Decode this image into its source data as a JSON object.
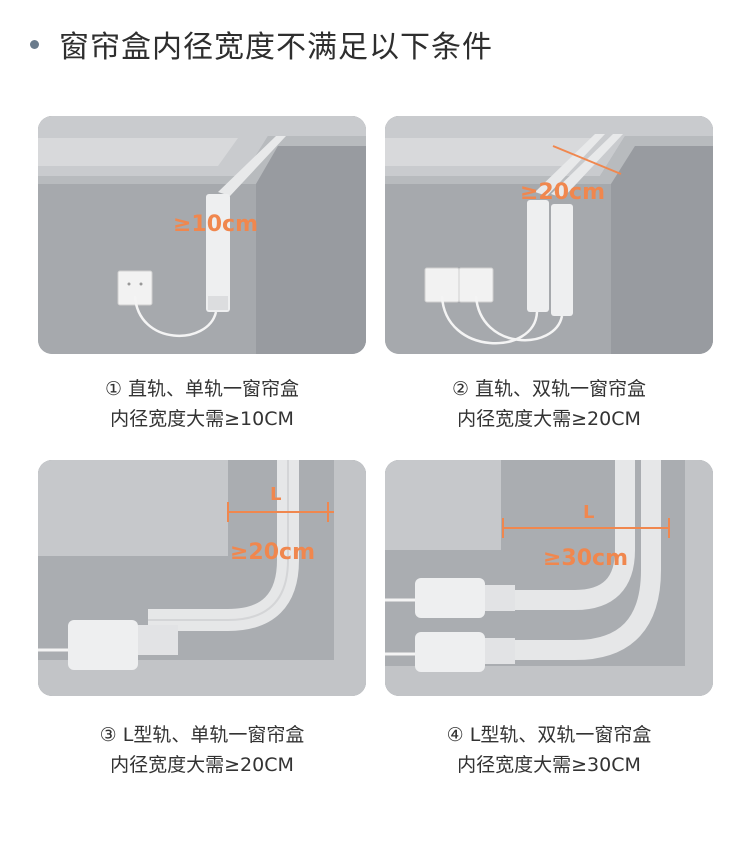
{
  "header": {
    "title": "窗帘盒内径宽度不满足以下条件"
  },
  "cards": [
    {
      "measure": "≥10cm",
      "line1": "① 直轨、单轨一窗帘盒",
      "line2": "内径宽度大需≥10CM"
    },
    {
      "measure": "≥20cm",
      "line1": "② 直轨、双轨一窗帘盒",
      "line2": "内径宽度大需≥20CM"
    },
    {
      "measure": "≥20cm",
      "label_L": "L",
      "line1": "③ L型轨、单轨一窗帘盒",
      "line2": "内径宽度大需≥20CM"
    },
    {
      "measure": "≥30cm",
      "label_L": "L",
      "line1": "④ L型轨、双轨一窗帘盒",
      "line2": "内径宽度大需≥30CM"
    }
  ],
  "colors": {
    "accent": "#f0874e",
    "bullet": "#6a7b8c",
    "wall": "#a9acb0",
    "track": "#e6e7e8"
  }
}
